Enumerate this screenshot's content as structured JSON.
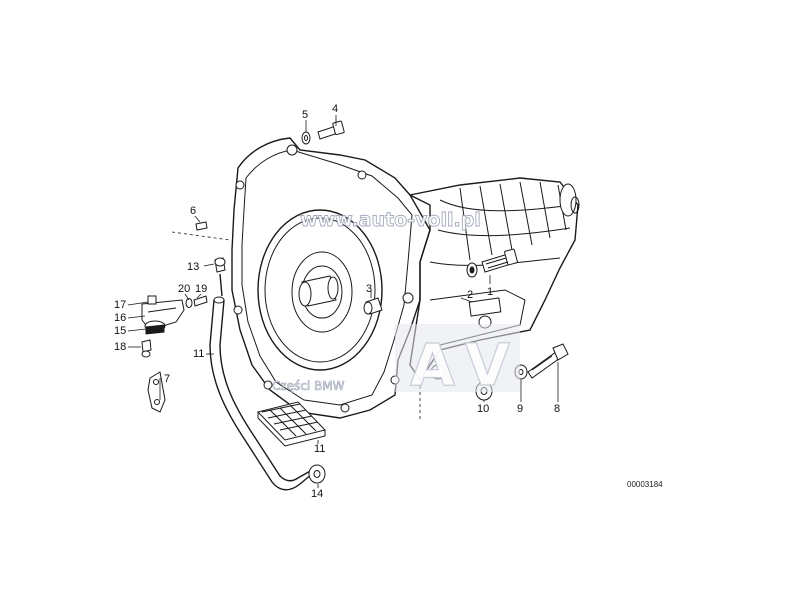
{
  "watermark": {
    "url": "www.auto-voll.pl",
    "logo_letters": "AV",
    "caption": "Części BMW"
  },
  "reference_code": "00003184",
  "callouts": [
    {
      "id": "1",
      "label": "1"
    },
    {
      "id": "2",
      "label": "2"
    },
    {
      "id": "3",
      "label": "3"
    },
    {
      "id": "4",
      "label": "4"
    },
    {
      "id": "5",
      "label": "5"
    },
    {
      "id": "6",
      "label": "6"
    },
    {
      "id": "7",
      "label": "7"
    },
    {
      "id": "8",
      "label": "8"
    },
    {
      "id": "9",
      "label": "9"
    },
    {
      "id": "10",
      "label": "10"
    },
    {
      "id": "11a",
      "label": "11"
    },
    {
      "id": "11b",
      "label": "11"
    },
    {
      "id": "13",
      "label": "13"
    },
    {
      "id": "14",
      "label": "14"
    },
    {
      "id": "15",
      "label": "15"
    },
    {
      "id": "16",
      "label": "16"
    },
    {
      "id": "17",
      "label": "17"
    },
    {
      "id": "18",
      "label": "18"
    },
    {
      "id": "19",
      "label": "19"
    },
    {
      "id": "20",
      "label": "20"
    }
  ]
}
